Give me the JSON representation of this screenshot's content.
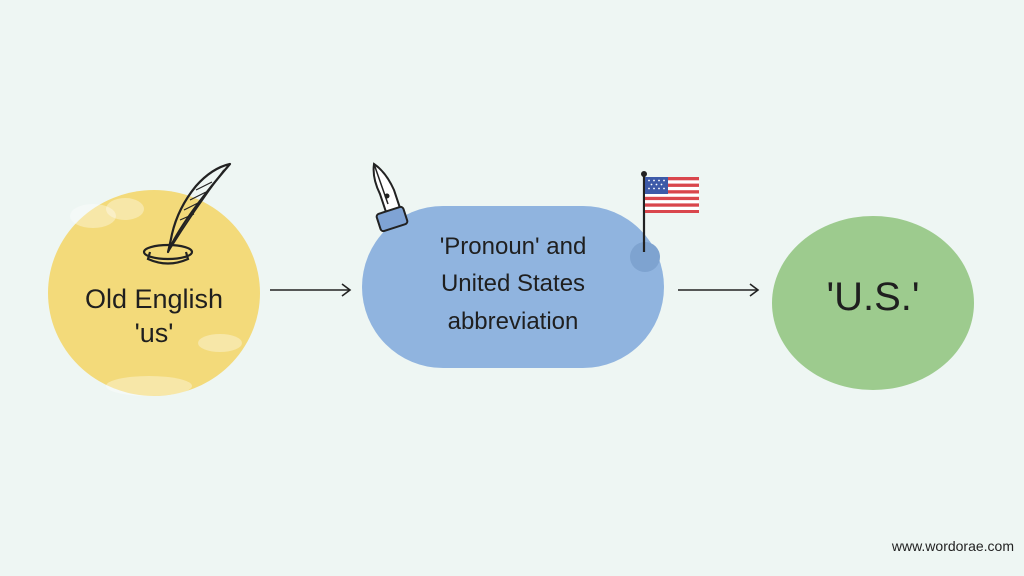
{
  "diagram": {
    "nodes": [
      {
        "id": "old-english",
        "label": "Old English\n'us'",
        "color": "#f3da7a",
        "icon": "quill-icon"
      },
      {
        "id": "pronoun-abbrev",
        "label": "'Pronoun' and\nUnited States\nabbreviation",
        "color": "#90b4df",
        "icons": [
          "fountain-pen-icon",
          "us-flag-icon"
        ]
      },
      {
        "id": "us",
        "label": "'U.S.'",
        "color": "#9dcb8e"
      }
    ],
    "edges": [
      {
        "from": "old-english",
        "to": "pronoun-abbrev"
      },
      {
        "from": "pronoun-abbrev",
        "to": "us"
      }
    ]
  },
  "footer": {
    "website": "www.wordorae.com"
  },
  "colors": {
    "background": "#eef6f3",
    "arrow": "#222222"
  }
}
